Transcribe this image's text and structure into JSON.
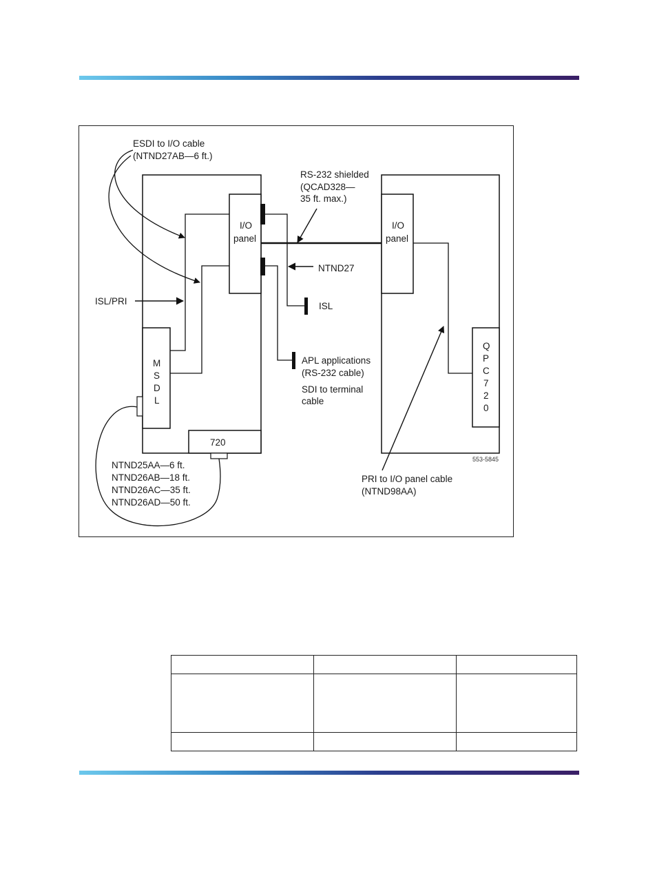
{
  "diagram": {
    "esdi_cable": [
      "ESDI to I/O cable",
      "(NTND27AB—6 ft.)"
    ],
    "rs232_cable": [
      "RS-232 shielded",
      "(QCAD328—",
      "35 ft. max.)"
    ],
    "io_panel_left": [
      "I/O",
      "panel"
    ],
    "io_panel_right": [
      "I/O",
      "panel"
    ],
    "ntnd27": "NTND27",
    "isl": "ISL",
    "isl_pri": "ISL/PRI",
    "msdl": [
      "M",
      "S",
      "D",
      "L"
    ],
    "apl": [
      "APL applications",
      "(RS-232 cable)"
    ],
    "sdi": [
      "SDI to terminal",
      "cable"
    ],
    "qpc": [
      "Q",
      "P",
      "C",
      "7",
      "2",
      "0"
    ],
    "card_720": "720",
    "ref_number": "553-5845",
    "ntnd_cables": [
      "NTND25AA—6 ft.",
      "NTND26AB—18 ft.",
      "NTND26AC—35 ft.",
      "NTND26AD—50 ft."
    ],
    "pri_cable": [
      "PRI to I/O panel cable",
      "(NTND98AA)"
    ]
  },
  "table": {
    "rows": [
      [
        "",
        "",
        ""
      ],
      [
        "",
        "",
        ""
      ],
      [
        "",
        "",
        ""
      ]
    ]
  }
}
